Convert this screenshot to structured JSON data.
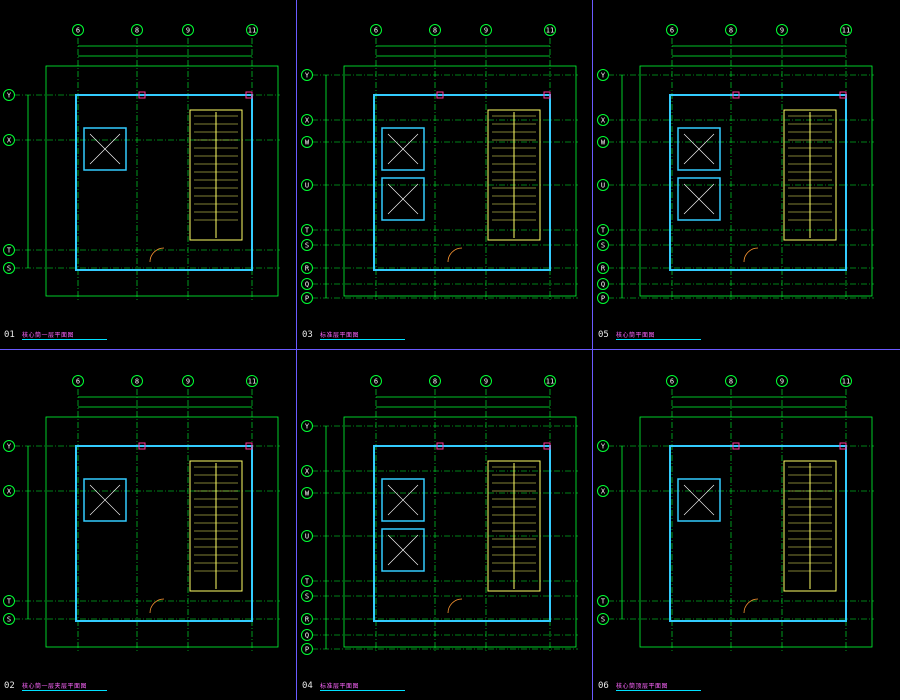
{
  "panels": [
    {
      "num": "01",
      "name": "核心筒一层平面图"
    },
    {
      "num": "03",
      "name": "标准层平面图"
    },
    {
      "num": "05",
      "name": "核心筒平面图"
    },
    {
      "num": "02",
      "name": "核心筒一层夹层平面图"
    },
    {
      "num": "04",
      "name": "标准层平面图"
    },
    {
      "num": "06",
      "name": "核心筒顶层平面图"
    }
  ],
  "grid_x": [
    "6",
    "8",
    "9",
    "11"
  ],
  "grid_y_a": [
    "Y",
    "X",
    "T",
    "S"
  ],
  "grid_y_b": [
    "Y",
    "X",
    "W",
    "U",
    "T",
    "S",
    "R",
    "Q",
    "P"
  ],
  "colors": {
    "wall": "#33ccff",
    "dim": "#00ff33",
    "stair": "#ffff66",
    "accent": "#ff3399",
    "divider": "#6a5aff"
  }
}
